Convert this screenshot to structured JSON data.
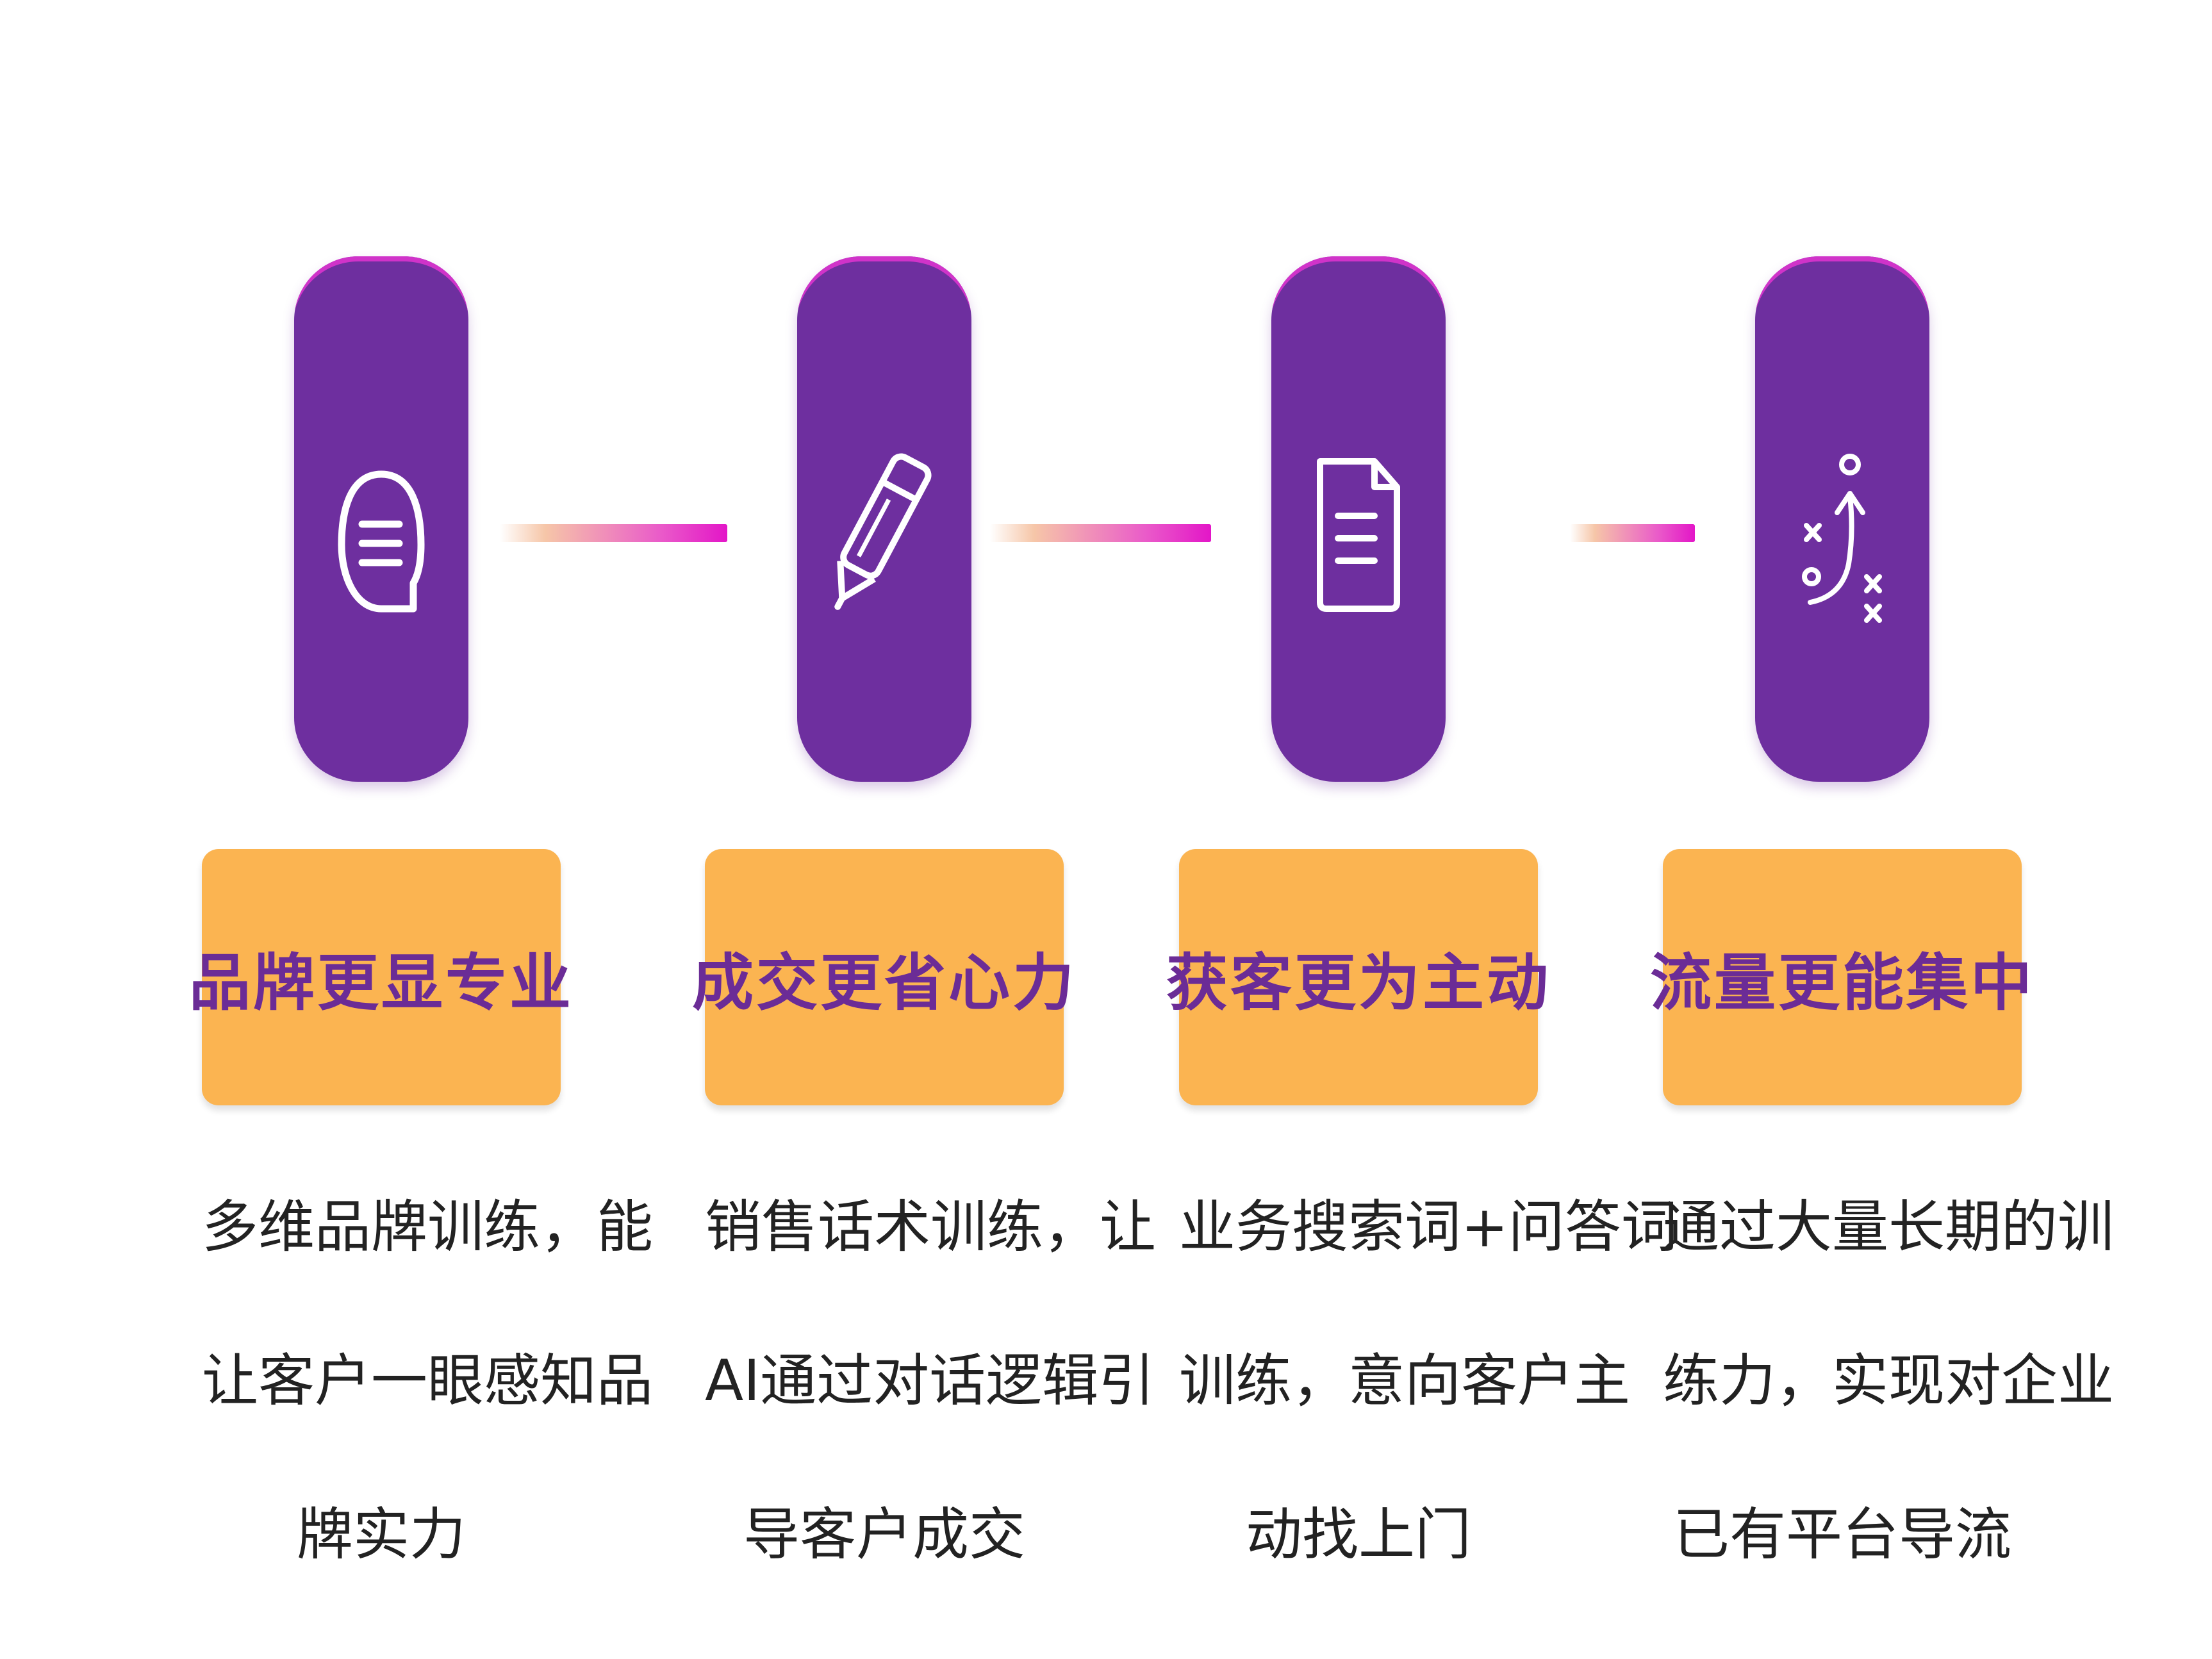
{
  "steps": [
    {
      "icon": "speech-bubble-icon",
      "title": "品牌更显专业",
      "desc": [
        "多维品牌训练，能",
        "让客户一眼感知品",
        "牌实力"
      ]
    },
    {
      "icon": "pencil-icon",
      "title": "成交更省心力",
      "desc": [
        "销售话术训练，让",
        "AI通过对话逻辑引",
        "导客户成交"
      ]
    },
    {
      "icon": "document-icon",
      "title": "获客更为主动",
      "desc": [
        "业务搜索词+问答词",
        "训练，意向客户主",
        "动找上门"
      ]
    },
    {
      "icon": "strategy-play-icon",
      "title": "流量更能集中",
      "desc": [
        "通过大量长期的训",
        "练力，实现对企业",
        "已有平台导流"
      ]
    }
  ],
  "colors": {
    "tile_purple": "#6e2f9f",
    "tile_highlight": "#d033c9",
    "title_bg": "#fbb451",
    "title_text": "#6b2c96",
    "desc_text": "#222222",
    "connector_end": "#e316c8"
  }
}
